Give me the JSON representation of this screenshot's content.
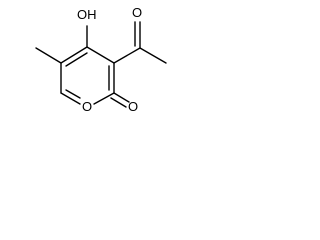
{
  "structure": {
    "atoms": {
      "hydroxyl_label": "OH",
      "hydroxyl_hydrogen": "H",
      "hydroxyl_oxygen": "O",
      "ring_oxygen_label": "O",
      "carbonyl_oxygen_lactone_label": "O",
      "carbonyl_oxygen_acetyl_label": "O"
    },
    "colors": {
      "bond": "#000000",
      "label": "#000000",
      "background": "#ffffff"
    }
  }
}
